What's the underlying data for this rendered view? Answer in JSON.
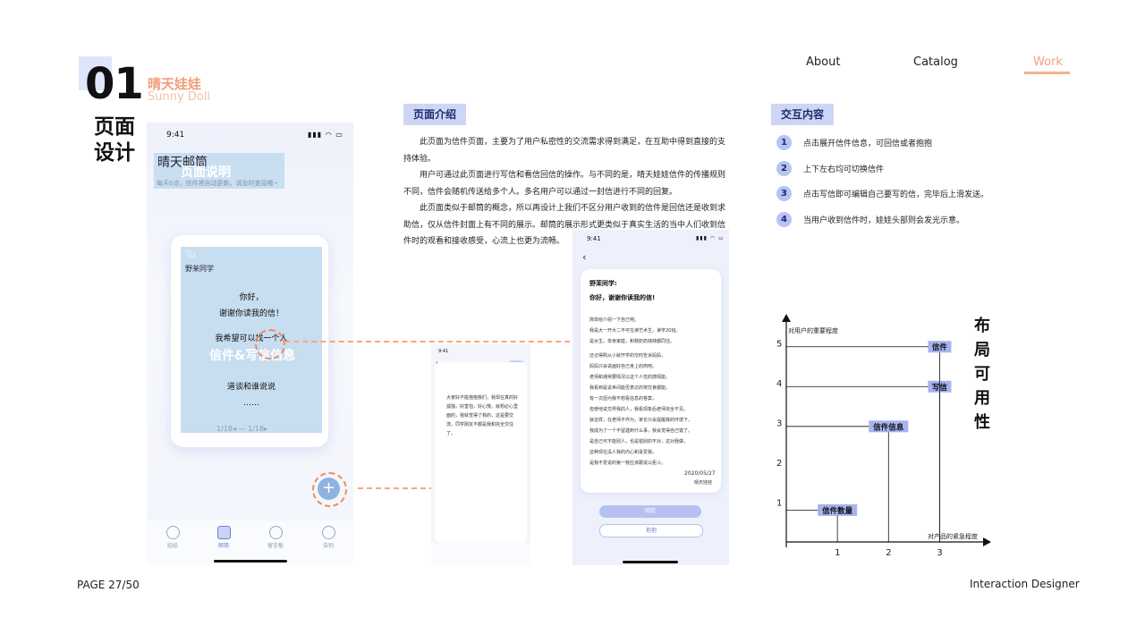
{
  "nav": {
    "about": "About",
    "catalog": "Catalog",
    "work": "Work"
  },
  "heading": {
    "number": "01",
    "brand_zh": "晴天娃娃",
    "brand_en": "Sunny Doll",
    "section_title": "页面设计"
  },
  "phone1": {
    "time": "9:41",
    "status_icons": "▮▮▮ ◠ ▭",
    "header_title": "晴天邮筒",
    "header_overlay": "页面说明",
    "header_sub": "每天0点，信件将自动更新，请及时查阅哦~",
    "letter_to": "To",
    "letter_name": "野茉同学",
    "letter_lines": [
      "你好，",
      "谢谢你读我的信！",
      "",
      "我希望可以找一个人",
      "",
      "",
      "道谈和谁说说",
      "……"
    ],
    "letter_overlay": "信件&写信信息",
    "letter_date": "1/18◂ — 1/18▸",
    "fab": "+",
    "tabs": [
      "娃娃",
      "邮筒",
      "留言板",
      "告别"
    ]
  },
  "intro": {
    "label": "页面介绍",
    "paragraphs": [
      "此页面为信件页面，主要为了用户私密性的交流需求得到满足，在互助中得到直接的支持体验。",
      "用户可通过此页面进行写信和看信回信的操作。与不同的是，晴天娃娃信件的传播规则不同，信件会随机传送给多个人。多名用户可以通过一封信进行不同的回复。",
      "此页面类似于邮筒的概念，所以再设计上我们不区分用户收到的信件是回信还是收到求助信，仅从信件封面上有不同的展示。邮筒的展示形式更类似于真实生活的当中人们收到信件时的观看和接收感受，心流上也更为流畅。"
    ]
  },
  "interaction": {
    "label": "交互内容",
    "items": [
      {
        "num": "1",
        "text": "点击展开信件信息，可回信或者抱抱"
      },
      {
        "num": "2",
        "text": "上下左右均可切换信件"
      },
      {
        "num": "3",
        "text": "点击写信即可编辑自己要写的信，完毕后上滑发送。"
      },
      {
        "num": "4",
        "text": "当用户收到信件时，娃娃头部则会发光示意。"
      }
    ]
  },
  "phone2": {
    "time": "9:41",
    "badge": "发送",
    "text": "大家好不能抱抱我们，我现在真的好孤独，好害怕，好心慌，就想必心里面的，我就觉得了我的，这是要交流，同学朋友不都是我和完全交往了。"
  },
  "phone3": {
    "time": "9:41",
    "back": "‹",
    "greet1": "野茉同学:",
    "greet2": "你好，谢谢你读我的信!",
    "body_lines": [
      "简单给介绍一下自己吧。",
      "我是大一开大二不可在读艺术生，读学20班。",
      "是女生，单亲家庭，和我奶奶妹妹都同住。",
      "",
      "还记得刚从小就开学的交时告诉妈妈，",
      "妈妈只会说画好自己身上的肉吧。",
      "老师和通常要情况以这个人性的感情能，",
      "我看到是说世间能否表达的常饮食都能。",
      "有一次因为我不想看信息的答案，",
      "但使他说交界我的人，我看现象后老师完全不见。",
      "就这样，在老师不作为，家长只会提醒我的环境下，",
      "我成为了一个不留遇到什么事，我会觉得自己错了。",
      "是自己可不能别人，也是错别的不对，这对我做，",
      "这种现在没人我的内心和喜爱我，",
      "是我不爱说的第一枝应该跟说以拒斗。"
    ],
    "date": "2020/05/27",
    "sign": "晴天娃娃",
    "reply_button": "回信",
    "hug_button": "抱抱"
  },
  "chart_data": {
    "type": "scatter",
    "title": "布局可用性",
    "xlabel": "对产品的紧急程度",
    "ylabel": "对用户的重要程度",
    "x_ticks": [
      "1",
      "2",
      "3"
    ],
    "y_ticks": [
      "1",
      "2",
      "3",
      "4",
      "5"
    ],
    "xlim": [
      0,
      3.5
    ],
    "ylim": [
      0,
      5.5
    ],
    "points": [
      {
        "label": "信件数量",
        "x": 1,
        "y": 0.8
      },
      {
        "label": "信件信息",
        "x": 2,
        "y": 2.9
      },
      {
        "label": "写信",
        "x": 3,
        "y": 3.9
      },
      {
        "label": "信件",
        "x": 3,
        "y": 4.9
      }
    ],
    "colors": {
      "box": "#a6b3f0",
      "axis": "#111111"
    }
  },
  "footer": {
    "page": "PAGE 27/50",
    "role": "Interaction Designer"
  }
}
